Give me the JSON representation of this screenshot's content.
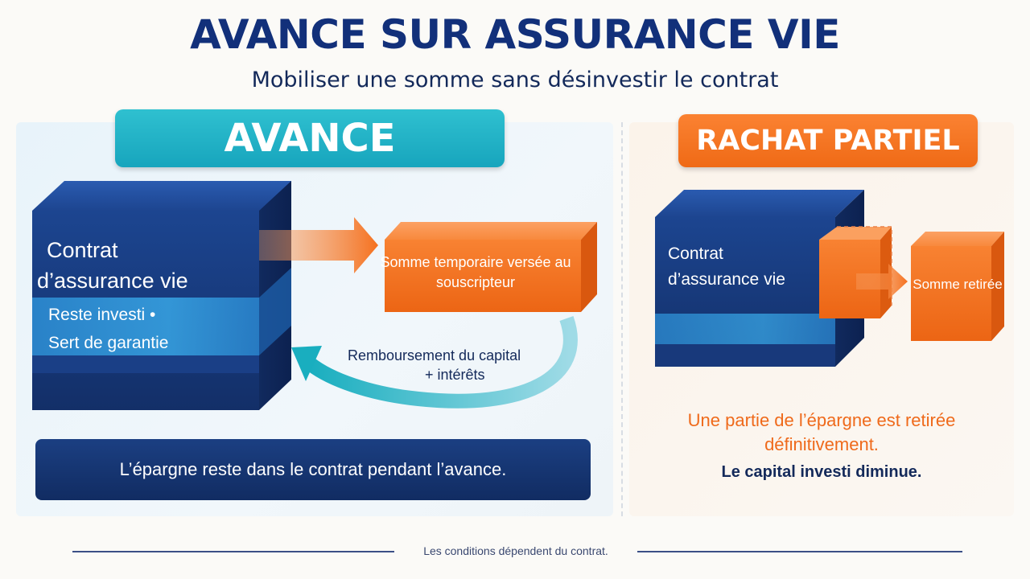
{
  "header": {
    "title": "AVANCE SUR ASSURANCE VIE",
    "subtitle": "Mobiliser une somme sans désinvestir le contrat"
  },
  "avance": {
    "tag": "AVANCE",
    "contract_line1": "Contrat",
    "contract_line2": "d’assurance vie",
    "invest_line1": "Reste investi •",
    "invest_line2": "Sert de garantie",
    "temp_sum": "Somme temporaire versée au souscripteur",
    "repay_line1": "Remboursement du capital",
    "repay_line2": "+ intérêts",
    "banner": "L’épargne reste dans le contrat pendant l’avance."
  },
  "rachat": {
    "tag": "RACHAT PARTIEL",
    "contract_line1": "Contrat",
    "contract_line2": "d’assurance vie",
    "withdrawn": "Somme retirée",
    "note1": "Une partie de l’épargne est retirée",
    "note2": "définitivement.",
    "note3": "Le capital investi diminue."
  },
  "footer": {
    "text": "Les conditions dépendent du contrat."
  },
  "colors": {
    "navy": "#12307a",
    "teal": "#1fb3c8",
    "orange": "#f46f1c",
    "box_blue": "#1a3f86"
  },
  "icons": {
    "arrow_right": "arrow-right-icon",
    "arrow_return": "curved-return-arrow-icon"
  }
}
